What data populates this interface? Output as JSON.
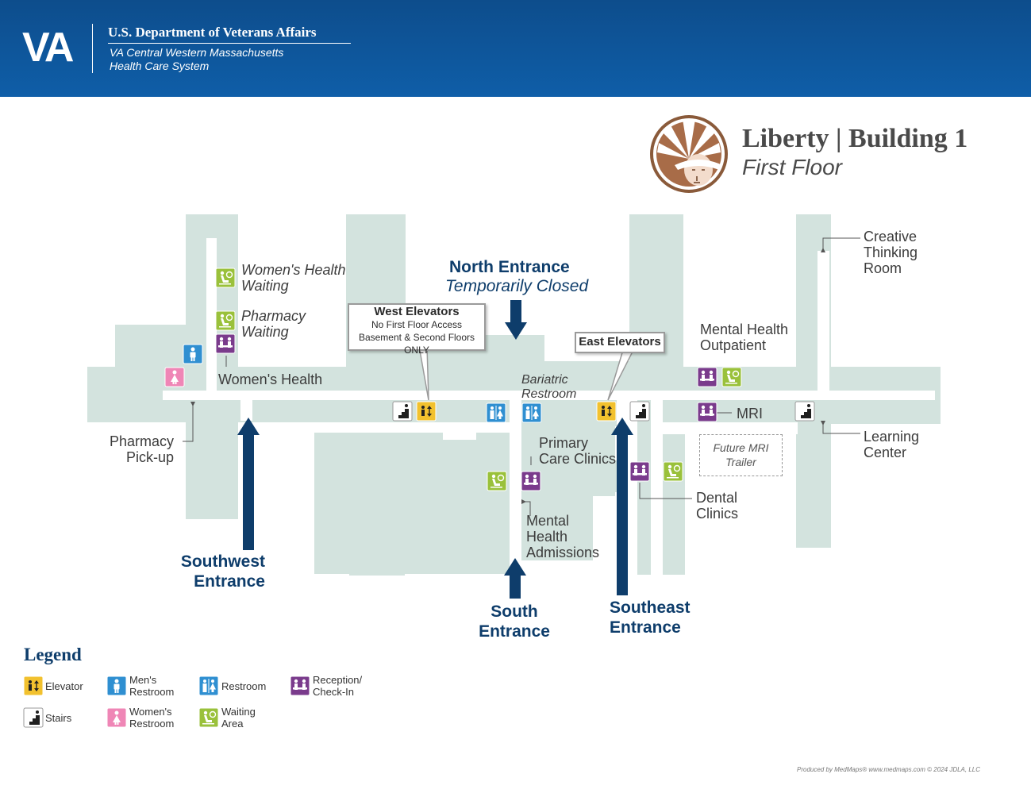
{
  "header": {
    "logo_text": "VA",
    "department": "U.S. Department of Veterans Affairs",
    "system_line1": "VA Central Western Massachusetts",
    "system_line2": "Health Care System"
  },
  "map": {
    "title": "Liberty | Building 1",
    "subtitle": "First Floor",
    "colors": {
      "floor": "#d3e3de",
      "corridor": "#ffffff",
      "entrance_arrow": "#0e3d6b",
      "elevator": "#f2c12e",
      "mens": "#2f8fd1",
      "womens": "#ef86b6",
      "waiting": "#9ac13b",
      "reception": "#7a3b8c",
      "stairs": "#1f1f1f"
    },
    "labels": {
      "womens_health_waiting_1": "Women's Health",
      "womens_health_waiting_2": "Waiting",
      "pharmacy_waiting_1": "Pharmacy",
      "pharmacy_waiting_2": "Waiting",
      "womens_health": "Women's Health",
      "pharmacy_pickup_1": "Pharmacy",
      "pharmacy_pickup_2": "Pick-up",
      "bariatric_1": "Bariatric",
      "bariatric_2": "Restroom",
      "primary_care_1": "Primary",
      "primary_care_2": "Care Clinics",
      "mh_admissions_1": "Mental",
      "mh_admissions_2": "Health",
      "mh_admissions_3": "Admissions",
      "mh_outpatient_1": "Mental Health",
      "mh_outpatient_2": "Outpatient",
      "mri": "MRI",
      "future_mri_1": "Future MRI",
      "future_mri_2": "Trailer",
      "dental_1": "Dental",
      "dental_2": "Clinics",
      "creative_1": "Creative",
      "creative_2": "Thinking",
      "creative_3": "Room",
      "learning_1": "Learning",
      "learning_2": "Center"
    },
    "entrances": {
      "north_1": "North Entrance",
      "north_2": "Temporarily Closed",
      "southwest_1": "Southwest",
      "southwest_2": "Entrance",
      "south_1": "South",
      "south_2": "Entrance",
      "southeast_1": "Southeast",
      "southeast_2": "Entrance"
    },
    "callouts": {
      "west_title": "West Elevators",
      "west_line1": "No First Floor Access",
      "west_line2": "Basement & Second Floors ONLY",
      "east_title": "East Elevators"
    }
  },
  "legend": {
    "title": "Legend",
    "elevator": "Elevator",
    "stairs": "Stairs",
    "mens_1": "Men's",
    "mens_2": "Restroom",
    "womens_1": "Women's",
    "womens_2": "Restroom",
    "restroom": "Restroom",
    "waiting_1": "Waiting",
    "waiting_2": "Area",
    "reception_1": "Reception/",
    "reception_2": "Check-In"
  },
  "credit": "Produced by MedMaps®  www.medmaps.com   © 2024 JDLA, LLC"
}
